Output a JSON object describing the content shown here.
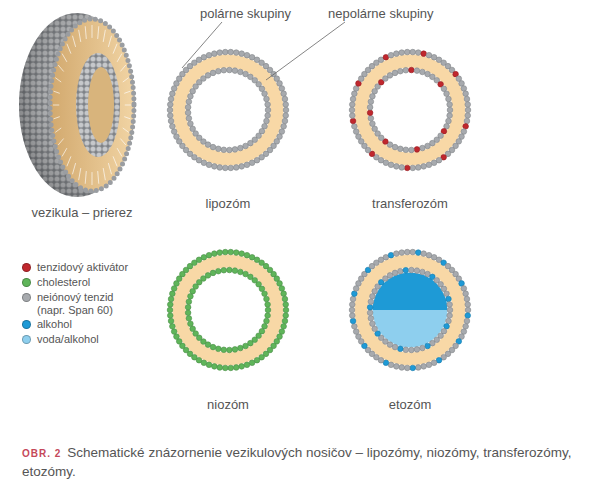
{
  "diagram": {
    "caption": "Schematické znázornenie vezikulových nosičov – lipozómy, niozómy, transferozómy, etozómy.",
    "nodes": [
      {
        "text": [
          "vezikula – prierez"
        ]
      },
      {
        "text": [
          "lipozóm"
        ]
      },
      {
        "text": [
          "transferozóm"
        ]
      },
      {
        "text": [
          "niozóm"
        ]
      },
      {
        "text": [
          "etozóm"
        ]
      }
    ],
    "labels": [
      "polárne skupiny",
      "nepolárne skupiny",
      "OBR. 2"
    ],
    "legend": [
      {
        "text": "tenzidový aktivátor",
        "color": "#c0272d"
      },
      {
        "text": "cholesterol",
        "color": "#5fb55a"
      },
      {
        "text": "neiónový tenzid (napr. Span 60)",
        "color": "#a7aaae"
      },
      {
        "text": "alkohol",
        "color": "#1e9ad6"
      },
      {
        "text": "voda/alkohol",
        "color": "#8ecfee"
      }
    ]
  }
}
